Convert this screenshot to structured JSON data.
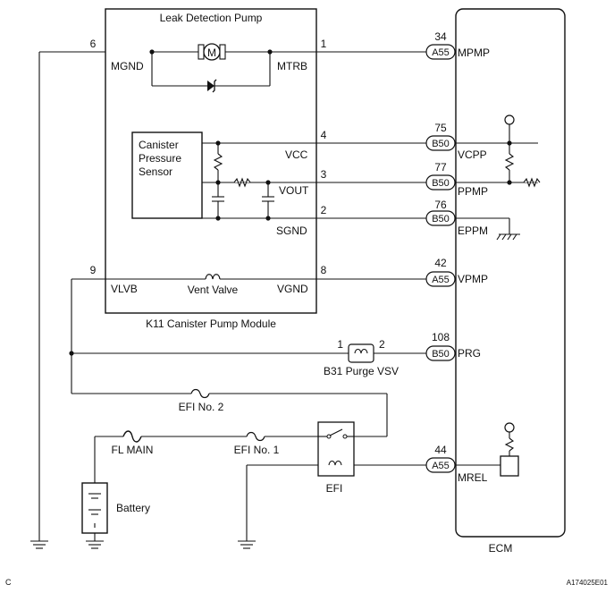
{
  "module": {
    "title": "Leak Detection Pump",
    "name": "K11 Canister Pump Module",
    "motor_symbol": "M",
    "labels": {
      "mgnd": "MGND",
      "mtrb": "MTRB",
      "vcc": "VCC",
      "vout": "VOUT",
      "sgnd": "SGND",
      "vlvb": "VLVB",
      "vgnd": "VGND",
      "vent_valve": "Vent Valve"
    },
    "sensor_lines": [
      "Canister",
      "Pressure",
      "Sensor"
    ]
  },
  "pins": {
    "p6": "6",
    "p1": "1",
    "p4": "4",
    "p3": "3",
    "p2": "2",
    "p9": "9",
    "p8": "8"
  },
  "ecm": {
    "name": "ECM",
    "terminals": [
      {
        "pin": "34",
        "connector": "A55",
        "signal": "MPMP"
      },
      {
        "pin": "75",
        "connector": "B50",
        "signal": "VCPP"
      },
      {
        "pin": "77",
        "connector": "B50",
        "signal": "PPMP"
      },
      {
        "pin": "76",
        "connector": "B50",
        "signal": "EPPM"
      },
      {
        "pin": "42",
        "connector": "A55",
        "signal": "VPMP"
      },
      {
        "pin": "108",
        "connector": "B50",
        "signal": "PRG"
      },
      {
        "pin": "44",
        "connector": "A55",
        "signal": "MREL"
      }
    ]
  },
  "purge_vsv": {
    "name": "B31 Purge VSV",
    "pin_a": "1",
    "pin_b": "2"
  },
  "fuses": {
    "efi2": "EFI No. 2",
    "efi1": "EFI No. 1",
    "fl_main": "FL MAIN"
  },
  "relay": {
    "name": "EFI"
  },
  "battery": {
    "name": "Battery"
  },
  "corner_left": "C",
  "corner_right": "A174025E01"
}
